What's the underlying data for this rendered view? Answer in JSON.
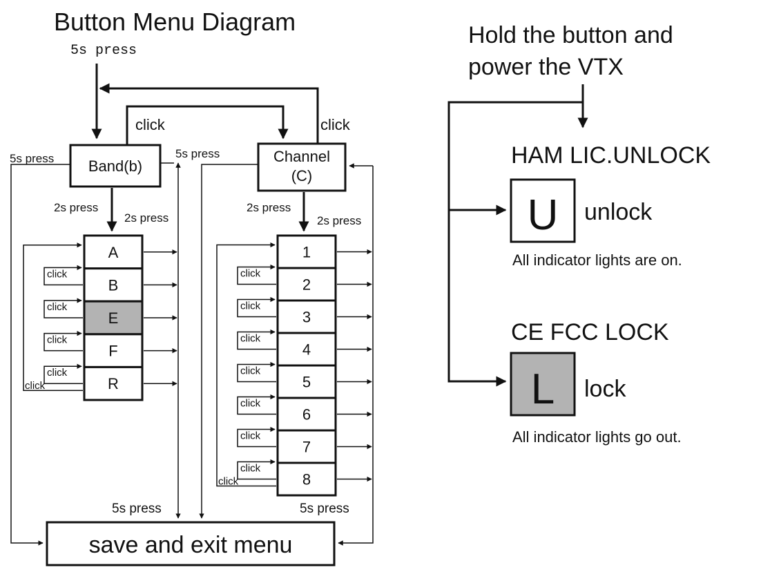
{
  "title": "Button Menu Diagram",
  "entry_label": "5s press",
  "band_box": "Band(b)",
  "channel_box_line1": "Channel",
  "channel_box_line2": "(C)",
  "click_label": "click",
  "press_5s": "5s press",
  "press_2s": "2s press",
  "band_items": [
    "A",
    "B",
    "E",
    "F",
    "R"
  ],
  "band_highlight": "E",
  "channel_items": [
    "1",
    "2",
    "3",
    "4",
    "5",
    "6",
    "7",
    "8"
  ],
  "save_exit": "save and exit menu",
  "power_line1": "Hold the button and",
  "power_line2": "power the VTX",
  "unlock_heading": "HAM LIC.UNLOCK",
  "unlock_letter": "U",
  "unlock_label": "unlock",
  "unlock_desc": "All indicator lights are on.",
  "lock_heading": "CE FCC LOCK",
  "lock_letter": "L",
  "lock_label": "lock",
  "lock_desc": "All indicator lights go out.",
  "colors": {
    "line": "#111111",
    "highlight": "#b3b3b3",
    "background": "#ffffff"
  }
}
